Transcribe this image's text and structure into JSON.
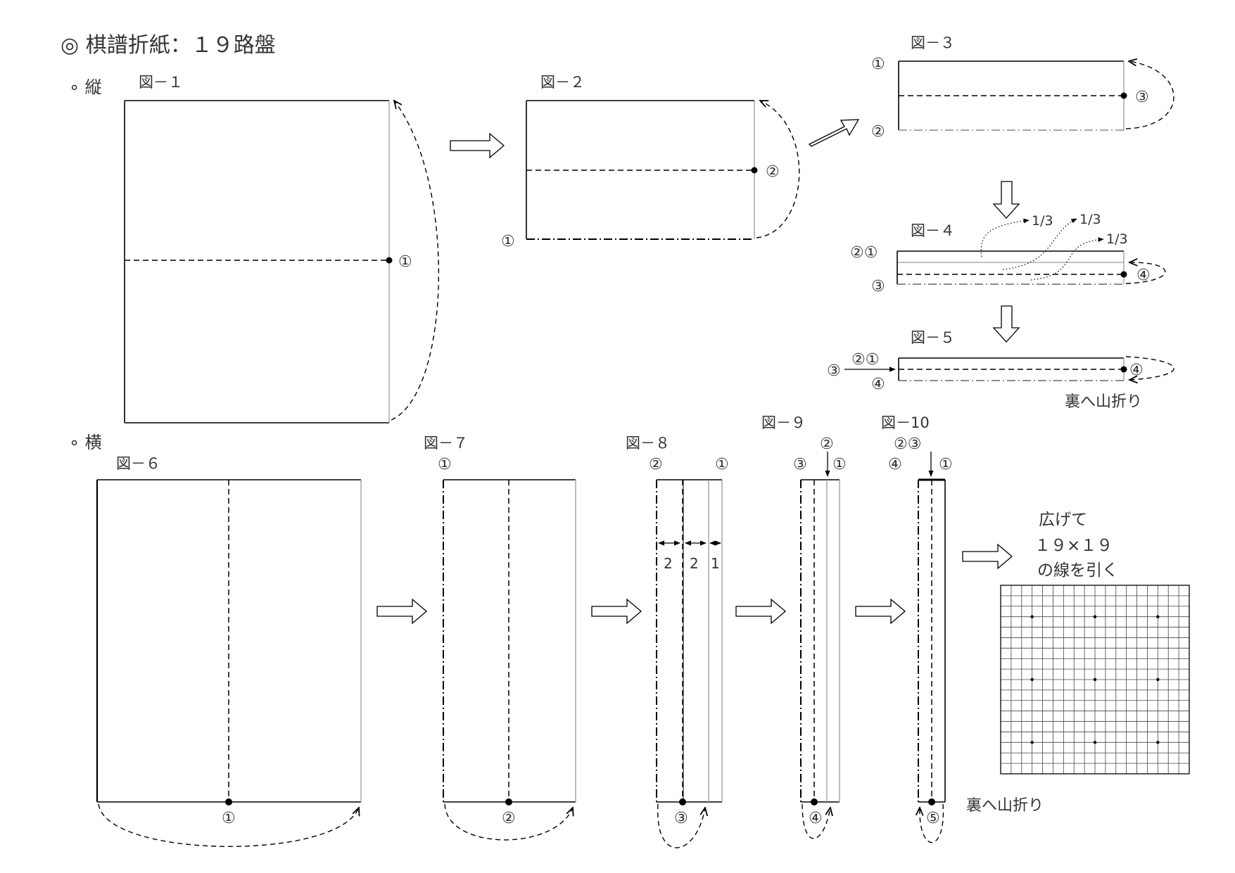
{
  "title": "◎ 棋譜折紙：１９路盤",
  "sections": {
    "vertical": "∘ 縦",
    "horizontal": "∘ 横"
  },
  "figures": {
    "fig1": "図－１",
    "fig2": "図－２",
    "fig3": "図－３",
    "fig4": "図－４",
    "fig5": "図－５",
    "fig6": "図－６",
    "fig7": "図－７",
    "fig8": "図－８",
    "fig9": "図－９",
    "fig10": "図－10"
  },
  "marks": {
    "m1": "①",
    "m2": "②",
    "m3": "③",
    "m4": "④",
    "m5": "⑤",
    "m21": "②①",
    "m23": "②③"
  },
  "fractions": {
    "third": "1/3"
  },
  "widths": {
    "two": "2",
    "one": "1"
  },
  "notes": {
    "mountain_fold": "裏へ山折り",
    "spread_line1": "広げて",
    "spread_line2": "１９×１９",
    "spread_line3": "の線を引く"
  },
  "board": {
    "lines": 19,
    "star_points": 9
  }
}
